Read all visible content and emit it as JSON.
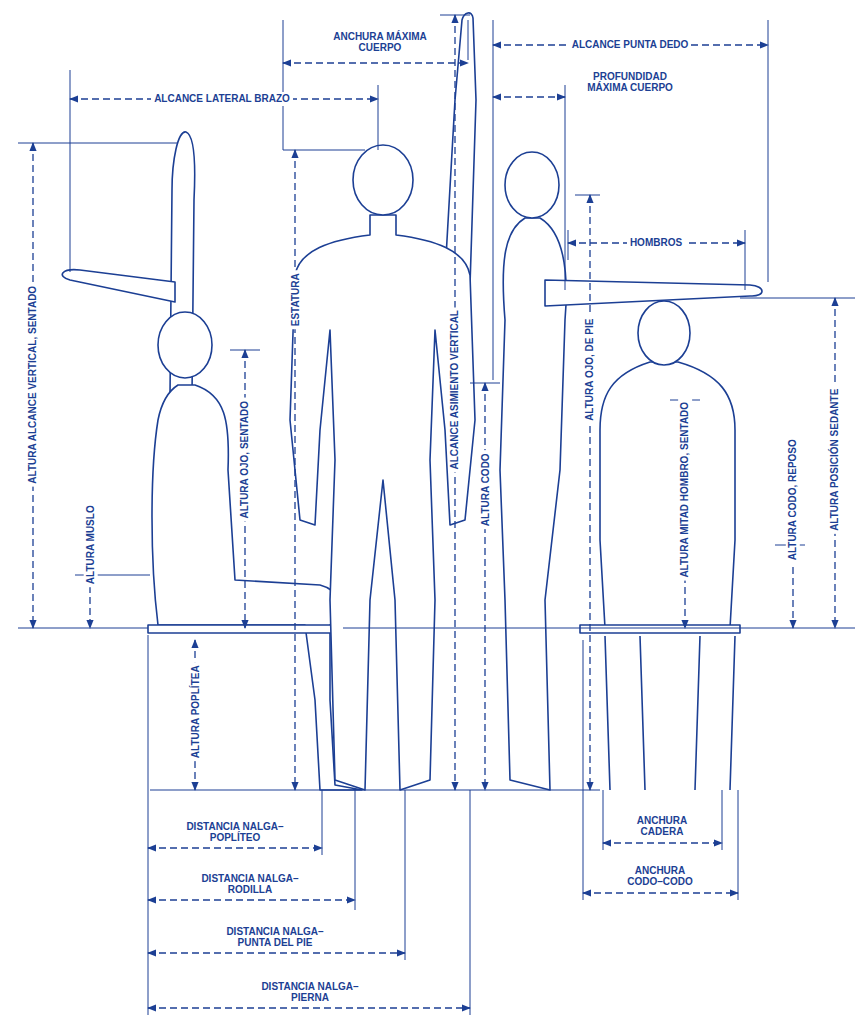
{
  "diagram": {
    "labels": [
      "ALCANCE LATERAL BRAZO",
      "ANCHURA MÁXIMA CUERPO",
      "ALCANCE PUNTA DEDO",
      "PROFUNDIDAD MÁXIMA CUERPO",
      "HOMBROS",
      "ALTURA ALCANCE VERTICAL, SENTADO",
      "ALTURA MUSLO",
      "ALTURA OJO, SENTADO",
      "ESTATURA",
      "ALCANCE ASIMIENTO VERTICAL",
      "ALTURA CODO",
      "ALTURA OJO, DE PIE",
      "ALTURA MITAD HOMBRO, SENTADO",
      "ALTURA CODO, REPOSO",
      "ALTURA POSICIÓN SEDANTE",
      "ALTURA POPLÍTEA",
      "DISTANCIA NALGA–POPLÍTEO",
      "DISTANCIA NALGA–RODILLA",
      "DISTANCIA NALGA–PUNTA DEL PIE",
      "DISTANCIA NALGA–PIERNA",
      "ANCHURA CADERA",
      "ANCHURA CODO–CODO"
    ]
  }
}
